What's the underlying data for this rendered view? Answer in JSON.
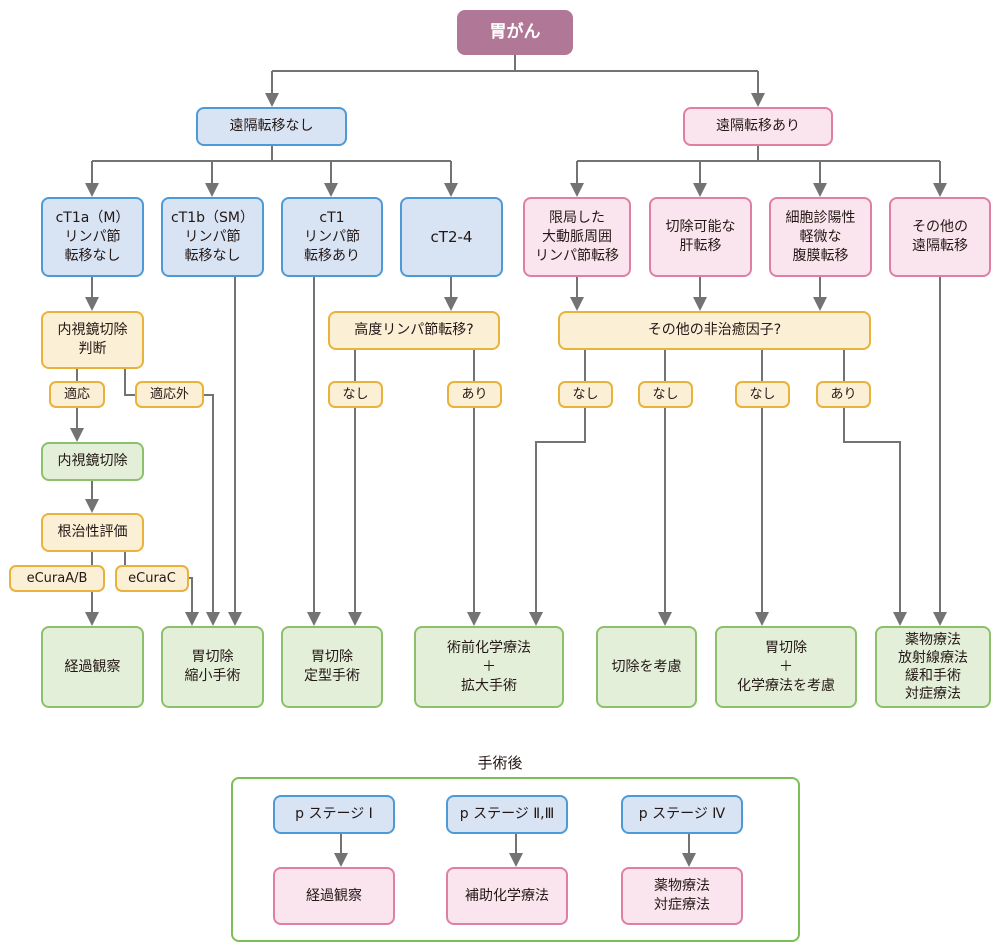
{
  "root": "胃がん",
  "level1": {
    "no_metastasis": "遠隔転移なし",
    "metastasis": "遠隔転移あり"
  },
  "level2": {
    "ct1a": "cT1a（M）\nリンパ節\n転移なし",
    "ct1b": "cT1b（SM）\nリンパ節\n転移なし",
    "ct1n": "cT1\nリンパ節\n転移あり",
    "ct24": "cT2-4",
    "paraaortic": "限局した\n大動脈周囲\nリンパ節転移",
    "liver": "切除可能な\n肝転移",
    "peritoneal": "細胞診陽性\n軽微な\n腹膜転移",
    "other_meta": "その他の\n遠隔転移"
  },
  "decisions": {
    "endoscopic_judgement": "内視鏡切除\n判断",
    "high_lymph": "高度リンパ節転移?",
    "other_factors": "その他の非治癒因子?",
    "endoscopic_resection": "内視鏡切除",
    "curability": "根治性評価"
  },
  "tags": {
    "indicated": "適応",
    "not_indicated": "適応外",
    "ecura_ab": "eCuraA/B",
    "ecura_c": "eCuraC",
    "hl_none": "なし",
    "hl_yes": "あり",
    "of_none_1": "なし",
    "of_none_2": "なし",
    "of_none_3": "なし",
    "of_yes": "あり"
  },
  "outcomes": {
    "observation": "経過観察",
    "reduced_surgery": "胃切除\n縮小手術",
    "standard_surgery": "胃切除\n定型手術",
    "neoadjuvant": "術前化学療法\n＋\n拡大手術",
    "consider_resection": "切除を考慮",
    "gastrectomy_chemo": "胃切除\n＋\n化学療法を考慮",
    "palliative": "薬物療法\n放射線療法\n緩和手術\n対症療法"
  },
  "postop": {
    "title": "手術後",
    "stages": [
      {
        "stage": "p ステージ Ⅰ",
        "treatment": "経過観察"
      },
      {
        "stage": "p ステージ Ⅱ,Ⅲ",
        "treatment": "補助化学療法"
      },
      {
        "stage": "p ステージ Ⅳ",
        "treatment": "薬物療法\n対症療法"
      }
    ]
  },
  "colors": {
    "root": "#b07896",
    "no_metastasis_fill": "#d8e3f3",
    "no_metastasis_border": "#4d9bd6",
    "metastasis_fill": "#fae5ee",
    "metastasis_border": "#df7fa4",
    "decision_fill": "#fbefd6",
    "decision_border": "#e9b23a",
    "treatment_fill": "#e3efd9",
    "treatment_border": "#8cc06a",
    "connector": "#737373"
  }
}
